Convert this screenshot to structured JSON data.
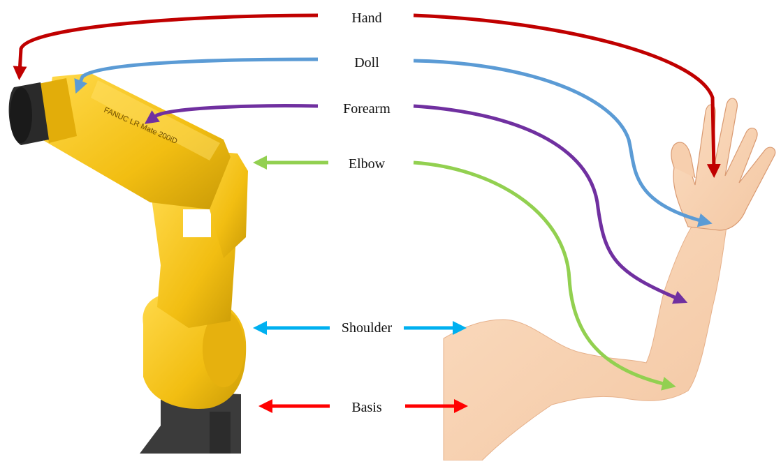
{
  "labels": {
    "hand": "Hand",
    "doll": "Doll",
    "forearm": "Forearm",
    "elbow": "Elbow",
    "shoulder": "Shoulder",
    "basis": "Basis"
  },
  "robot_brand_text": "FANUC LR Mate 200iD",
  "colors": {
    "hand": "#c00000",
    "doll": "#5b9bd5",
    "forearm": "#7030a0",
    "elbow": "#92d050",
    "shoulder": "#00b0f0",
    "basis": "#ff0000",
    "robot_yellow": "#f2c21a",
    "robot_dark": "#3a3a3a",
    "skin": "#f8d4b4"
  }
}
